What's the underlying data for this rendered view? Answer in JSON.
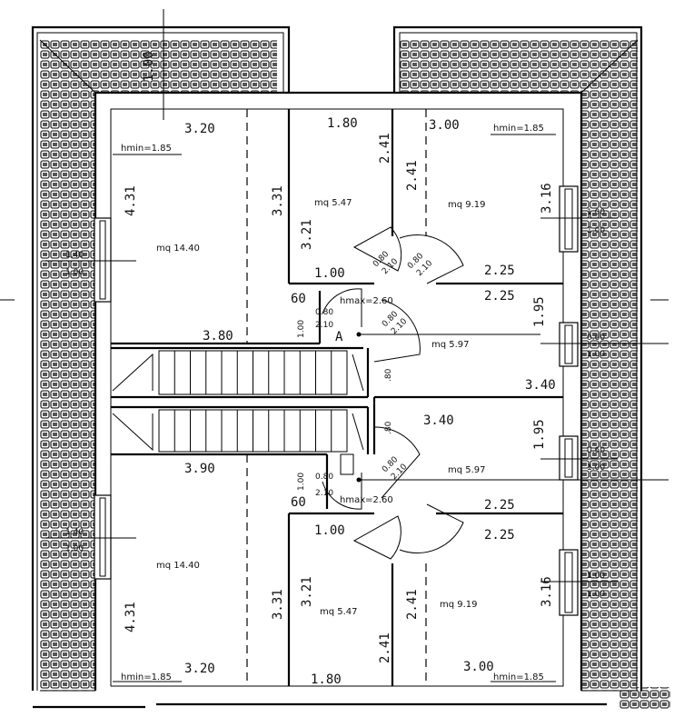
{
  "colors": {
    "ink": "#000000",
    "paper": "#ffffff",
    "hatch": "#3a3a3a"
  },
  "texts": {
    "ridge_top": "1.00",
    "t_320a": "3.20",
    "t_180a": "1.80",
    "t_300a": "3.00",
    "hmin_tl": "hmin=1.85",
    "hmin_tr": "hmin=1.85",
    "t_241a": "2.41",
    "t_241b": "2.41",
    "t_431a": "4.31",
    "t_331a": "3.31",
    "t_321a": "3.21",
    "t_316a": "3.16",
    "mq_547a": "mq 5.47",
    "mq_919a": "mq 9.19",
    "mq_1440a": "mq 14.40",
    "w_140a": "1.40",
    "w_100a": "1.00",
    "w_100b": "1.00",
    "w_100c": "1.00",
    "t_100d": "1.00",
    "t_225a": "2.25",
    "t_225b": "2.25",
    "t_195a": "1.95",
    "t_60a": "60",
    "t_080a": "0.80",
    "t_100e": "1.00",
    "hmax_a": "hmax=2.60",
    "t_210a": "2.10",
    "label_A": "A",
    "t_380": "3.80",
    "mq_597a": "mq 5.97",
    "t_080b": ".80",
    "t_340a": "3.40",
    "w_060a": "0.60",
    "w_100f": "1.00",
    "d_080c": "0.80",
    "d_210b": "2.10",
    "d_080d": "0.80",
    "d_210c": "2.10",
    "d_080e": "0.80",
    "d_210d": "2.10",
    "d_080f": "0.80",
    "d_210e": "2.10",
    "t_080g": ".80",
    "t_340b": "3.40",
    "t_195b": "1.95",
    "w_060b": "0.60",
    "w_100g": "1.00",
    "t_390": "3.90",
    "t_080h": "0.80",
    "t_100i": "1.00",
    "t_210f": "2.10",
    "hmax_b": "hmax=2.60",
    "mq_597b": "mq 5.97",
    "t_225c": "2.25",
    "t_60b": "60",
    "t_100j": "1.00",
    "t_225d": "2.25",
    "w_140b": "1.40",
    "w_100k": "1.00",
    "mq_1440b": "mq 14.40",
    "t_331b": "3.31",
    "t_321b": "3.21",
    "mq_547b": "mq 5.47",
    "t_241c": "2.41",
    "mq_919b": "mq 9.19",
    "t_316b": "3.16",
    "w_100l": "1.00",
    "w_100m": "1.00",
    "t_431b": "4.31",
    "t_241d": "2.41",
    "t_320b": "3.20",
    "t_300b": "3.00",
    "t_180b": "1.80",
    "hmin_bl": "hmin=1.85",
    "hmin_br": "hmin=1.85"
  }
}
